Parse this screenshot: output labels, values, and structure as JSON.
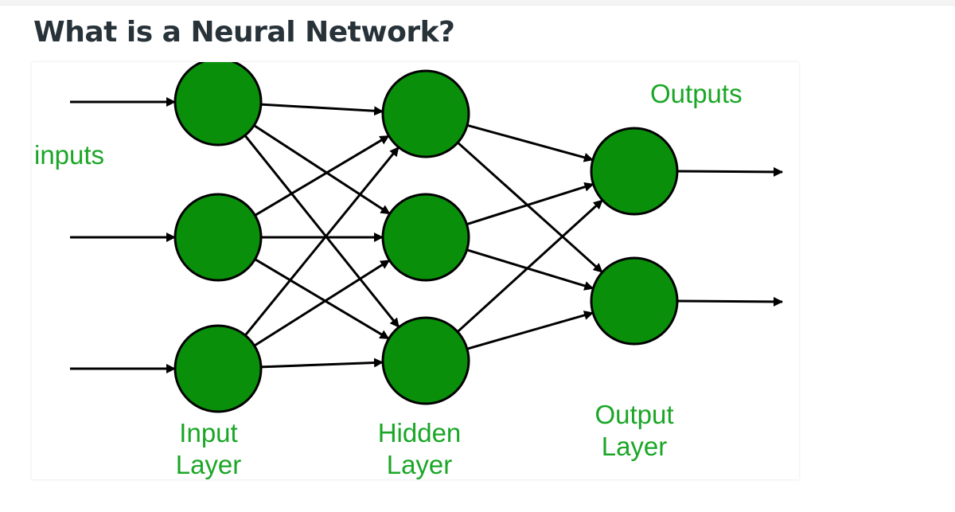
{
  "page": {
    "title": "What is a Neural Network?"
  },
  "diagram": {
    "labels": {
      "inputs": "inputs",
      "outputs": "Outputs",
      "input_layer_line1": "Input",
      "input_layer_line2": "Layer",
      "hidden_layer_line1": "Hidden",
      "hidden_layer_line2": "Layer",
      "output_layer_line1": "Output",
      "output_layer_line2": "Layer"
    },
    "layers": [
      {
        "role": "input",
        "neurons": 3
      },
      {
        "role": "hidden",
        "neurons": 3
      },
      {
        "role": "output",
        "neurons": 2
      }
    ],
    "connectivity": "fully-connected",
    "colors": {
      "neuron_fill": "#0a8f0a",
      "neuron_stroke": "#000000",
      "label_green": "#1aa626",
      "title": "#273239"
    }
  }
}
